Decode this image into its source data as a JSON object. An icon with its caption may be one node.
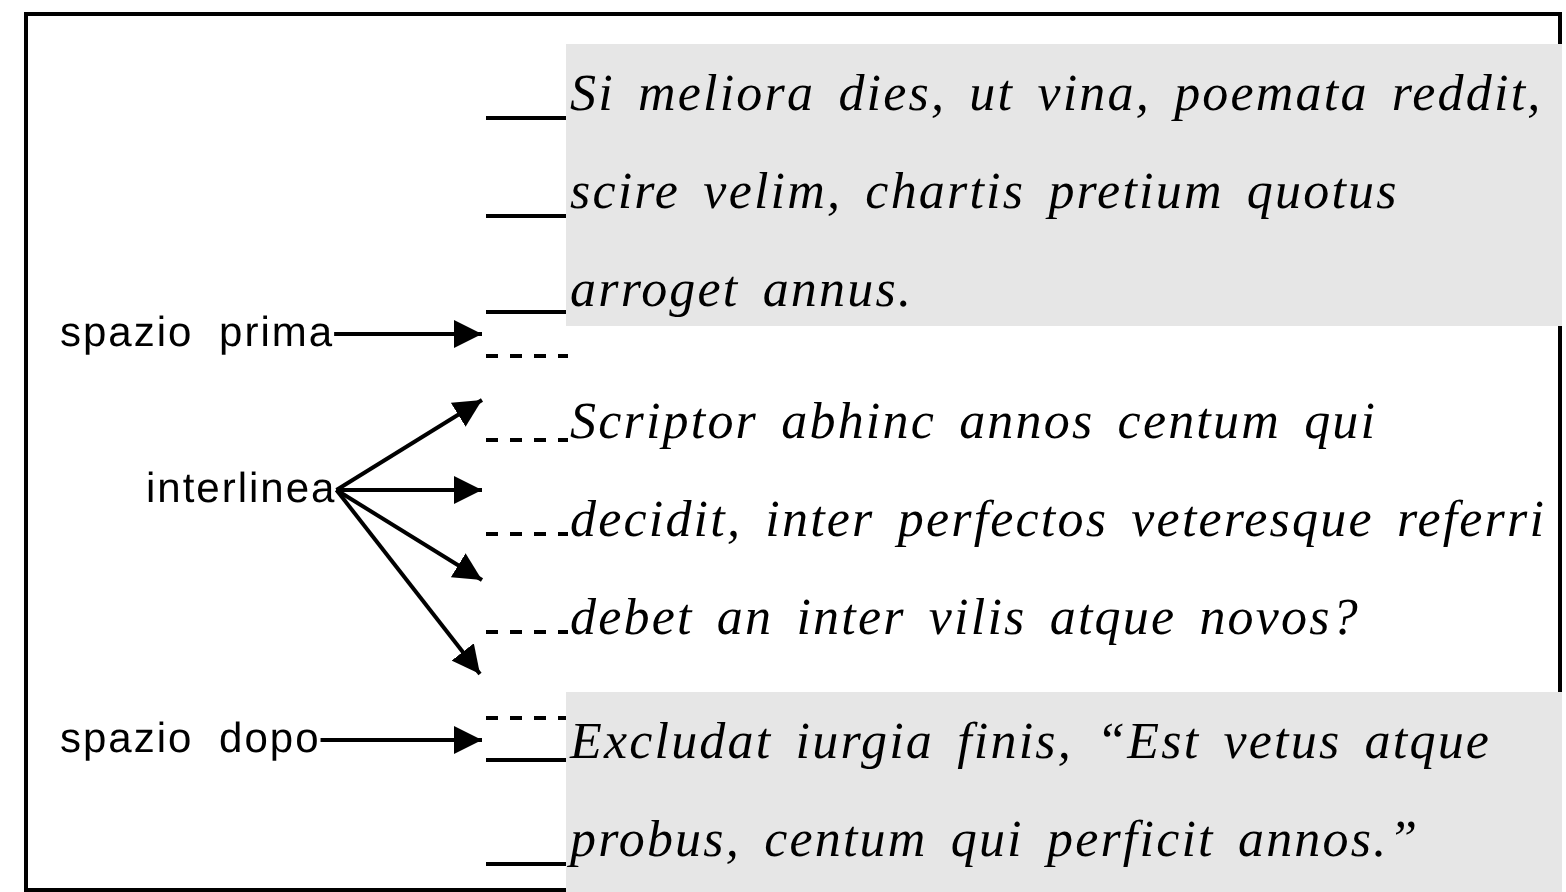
{
  "diagram": {
    "nodes": [
      {
        "text": [
          "Si meliora dies, ut vina, poemata reddit, scire velim, chartis pretium quotus arroget annus."
        ]
      },
      {
        "text": [
          "spazio prima"
        ]
      },
      {
        "text": [
          "interlinea"
        ]
      },
      {
        "text": [
          "spazio dopo"
        ]
      },
      {
        "text": [
          "Excludat iurgia finis, “Est vetus atque probus, centum qui perficit annos.”"
        ]
      }
    ],
    "edges": [
      {
        "from": 1,
        "to": null,
        "arrow": "to"
      },
      {
        "from": 2,
        "to": null,
        "arrow": "to"
      },
      {
        "from": 2,
        "to": null,
        "arrow": "to"
      },
      {
        "from": 2,
        "to": null,
        "arrow": "to"
      },
      {
        "from": 2,
        "to": null,
        "arrow": "to"
      },
      {
        "from": 3,
        "to": null,
        "arrow": "to"
      }
    ],
    "labels": [
      "Scriptor abhinc annos centum qui decidit, inter perfectos veteresque referri debet an inter vilis atque novos?"
    ]
  }
}
